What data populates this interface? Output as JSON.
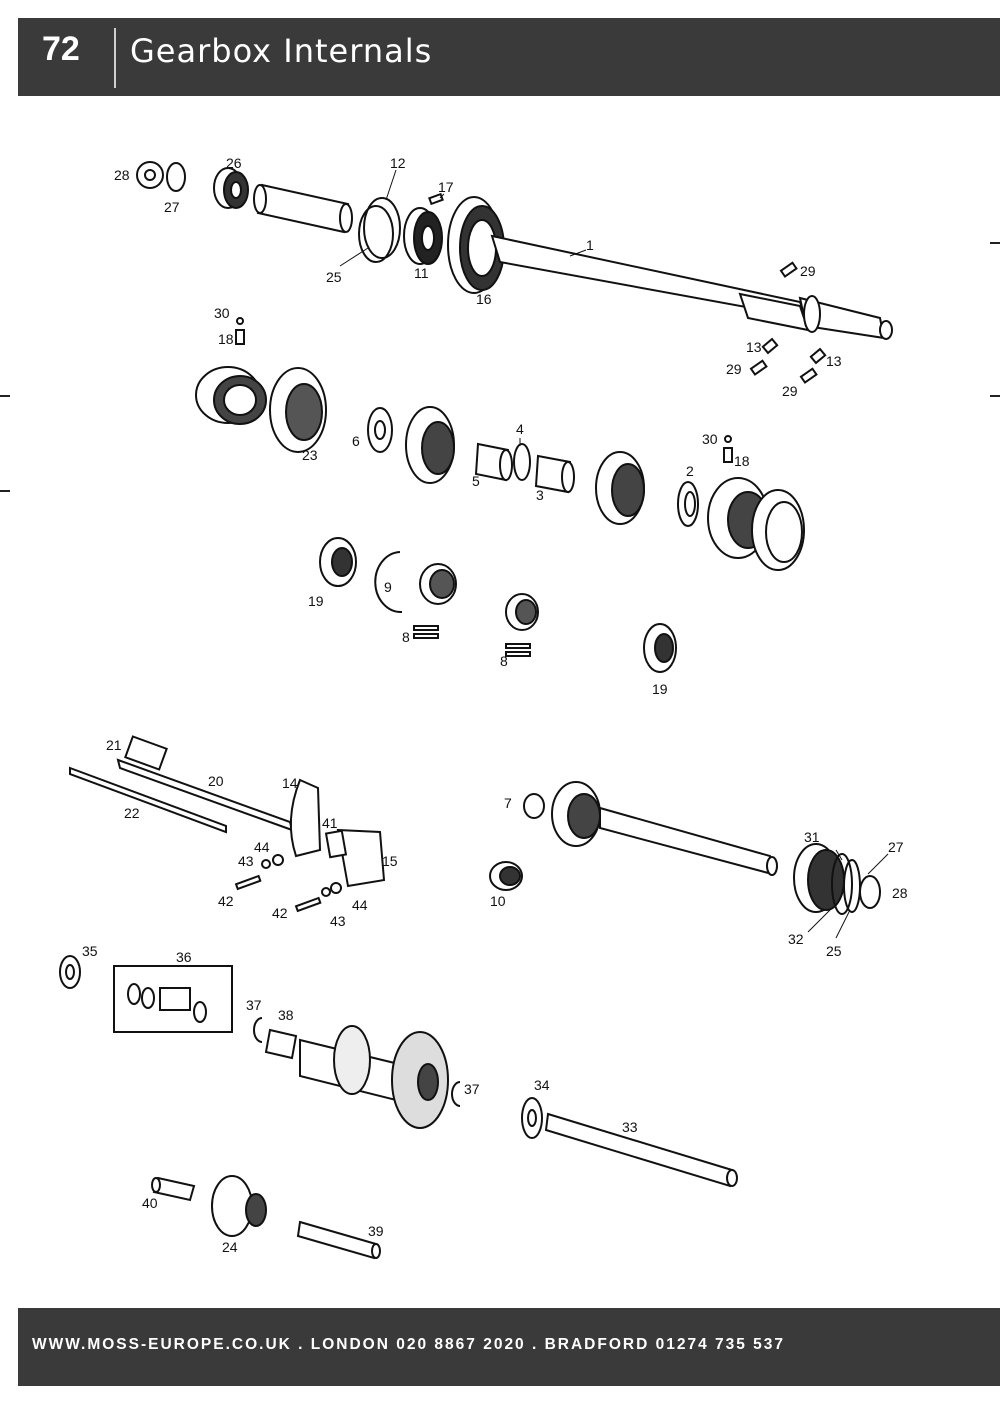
{
  "header": {
    "page_number": "72",
    "title": "Gearbox Internals"
  },
  "footer": {
    "text": "WWW.MOSS-EUROPE.CO.UK . LONDON 020 8867 2020 . BRADFORD 01274 735 537"
  },
  "diagram": {
    "callouts": [
      "28",
      "27",
      "26",
      "12",
      "17",
      "25",
      "11",
      "16",
      "1",
      "29",
      "30",
      "18",
      "23",
      "6",
      "4",
      "5",
      "3",
      "2",
      "30",
      "18",
      "13",
      "29",
      "13",
      "29",
      "19",
      "9",
      "8",
      "8",
      "19",
      "21",
      "20",
      "14",
      "22",
      "41",
      "44",
      "43",
      "15",
      "42",
      "42",
      "44",
      "43",
      "7",
      "31",
      "27",
      "28",
      "10",
      "32",
      "25",
      "35",
      "36",
      "37",
      "38",
      "37",
      "34",
      "33",
      "40",
      "24",
      "39"
    ]
  },
  "colors": {
    "band": "#3a3a3a",
    "ink": "#111111",
    "paper": "#ffffff"
  }
}
